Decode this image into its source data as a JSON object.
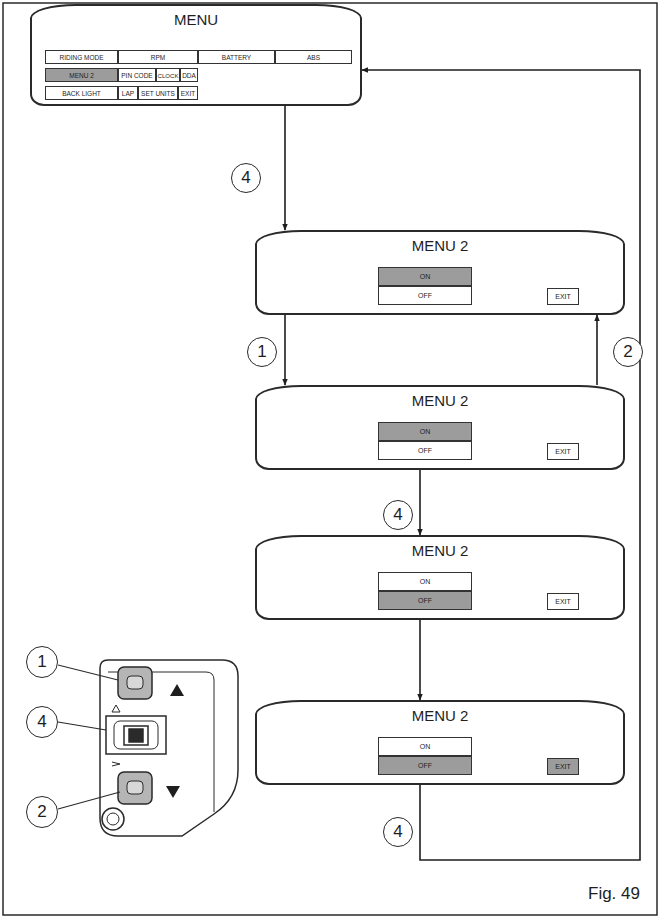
{
  "diagram": {
    "nodes": [
      {
        "text": [
          "MENU"
        ]
      },
      {
        "text": [
          "RIDING MODE"
        ],
        "in": 0
      },
      {
        "text": [
          "RPM"
        ],
        "in": 0
      },
      {
        "text": [
          "BATTERY"
        ],
        "in": 0
      },
      {
        "text": [
          "ABS"
        ],
        "in": 0
      },
      {
        "text": [
          "MENU 2"
        ],
        "in": 0
      },
      {
        "text": [
          "PIN CODE"
        ],
        "in": 0
      },
      {
        "text": [
          "CLOCK"
        ],
        "in": 0
      },
      {
        "text": [
          "DDA"
        ],
        "in": 0
      },
      {
        "text": [
          "BACK LIGHT"
        ],
        "in": 0
      },
      {
        "text": [
          "LAP"
        ],
        "in": 0
      },
      {
        "text": [
          "SET UNITS"
        ],
        "in": 0
      },
      {
        "text": [
          "EXIT"
        ],
        "in": 0
      },
      {
        "text": [
          "MENU 2"
        ]
      },
      {
        "text": [
          "ON"
        ],
        "in": 13
      },
      {
        "text": [
          "OFF"
        ],
        "in": 13
      },
      {
        "text": [
          "EXIT"
        ],
        "in": 13
      },
      {
        "text": [
          "MENU 2"
        ]
      },
      {
        "text": [
          "ON"
        ],
        "in": 17
      },
      {
        "text": [
          "OFF"
        ],
        "in": 17
      },
      {
        "text": [
          "EXIT"
        ],
        "in": 17
      },
      {
        "text": [
          "MENU 2"
        ]
      },
      {
        "text": [
          "ON"
        ],
        "in": 21
      },
      {
        "text": [
          "OFF"
        ],
        "in": 21
      },
      {
        "text": [
          "EXIT"
        ],
        "in": 21
      },
      {
        "text": [
          "MENU 2"
        ]
      },
      {
        "text": [
          "ON"
        ],
        "in": 25
      },
      {
        "text": [
          "OFF"
        ],
        "in": 25
      },
      {
        "text": [
          "EXIT"
        ],
        "in": 25
      }
    ],
    "edges": [
      {
        "from": 0,
        "to": 13,
        "label": "4",
        "arrow": "to"
      },
      {
        "from": 13,
        "to": 17,
        "label": "1",
        "arrow": "to"
      },
      {
        "from": 17,
        "to": 13,
        "label": "2",
        "arrow": "to"
      },
      {
        "from": 17,
        "to": 21,
        "label": "4",
        "arrow": "to"
      },
      {
        "from": 21,
        "to": 25,
        "arrow": "to"
      },
      {
        "from": 25,
        "to": 0,
        "label": "4",
        "arrow": "to"
      }
    ],
    "labels": [
      "1",
      "4",
      "2",
      "Fig. 49"
    ]
  }
}
